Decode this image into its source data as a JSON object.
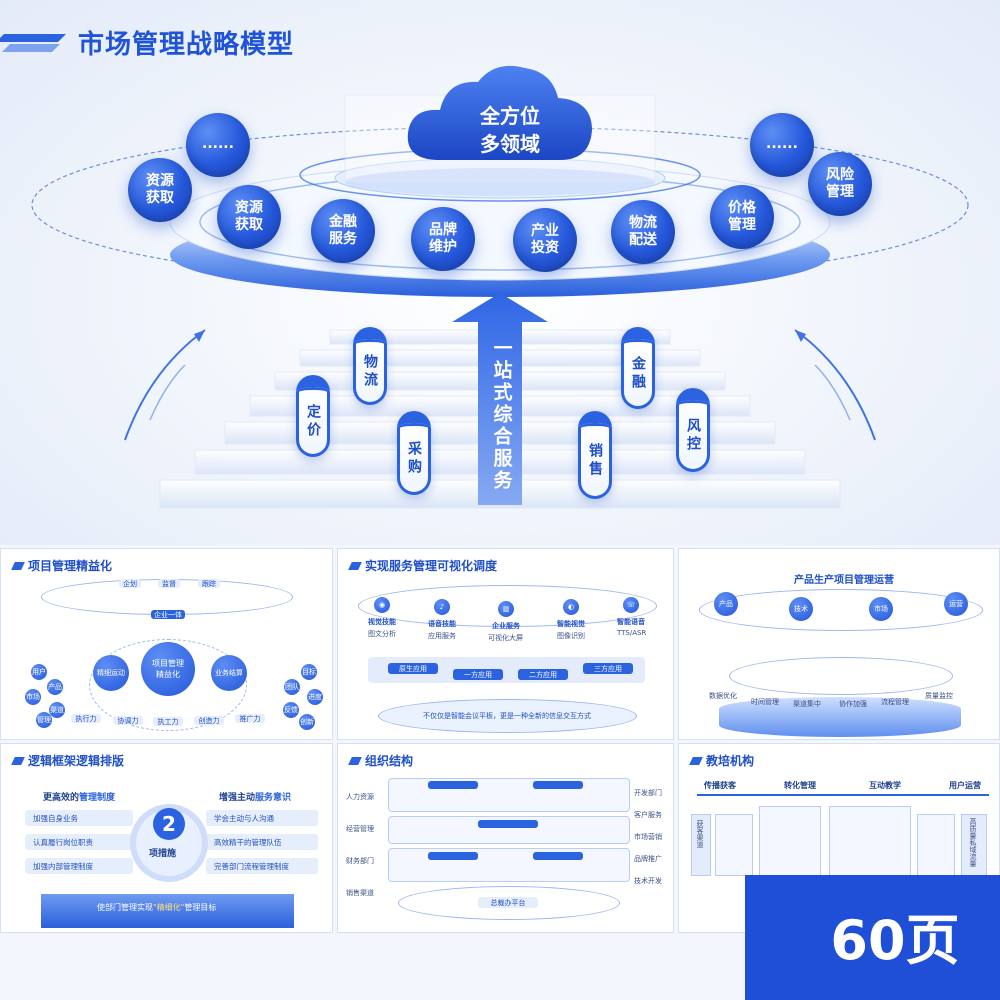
{
  "hero": {
    "title": "市场管理战略模型",
    "cloud": "全方位\n多领域",
    "top_circles": [
      {
        "label": "......"
      },
      {
        "label": "资源\n获取"
      },
      {
        "label": "资源\n获取"
      },
      {
        "label": "金融\n服务"
      },
      {
        "label": "品牌\n维护"
      },
      {
        "label": "产业\n投资"
      },
      {
        "label": "物流\n配送"
      },
      {
        "label": "价格\n管理"
      },
      {
        "label": "......"
      },
      {
        "label": "风险\n管理"
      }
    ],
    "center_arrow": "一站式综合服务",
    "pillars": [
      "物流",
      "定价",
      "采购",
      "销售",
      "金融",
      "风控"
    ]
  },
  "thumbnails": {
    "project": {
      "title": "项目管理精益化",
      "center": "项目管理\n精益化",
      "left_hub": "精细运动",
      "right_hub": "业务结算",
      "top_chips": [
        "企划",
        "监督",
        "跟踪",
        "企业一体"
      ],
      "left_dots": [
        "用户",
        "产品",
        "市场",
        "渠道",
        "管理"
      ],
      "right_dots": [
        "目标",
        "团队",
        "进度",
        "反馈",
        "创新"
      ],
      "bottom_chips": [
        "执行力",
        "协调力",
        "执工力",
        "创造力",
        "推广力"
      ]
    },
    "visual": {
      "title": "实现服务管理可视化调度",
      "icons": [
        "视觉技能",
        "语音技能",
        "企业服务",
        "智能视觉",
        "智能语音"
      ],
      "subs": [
        "图文分析",
        "应用服务",
        "可视化大屏",
        "图像识别",
        "TTS/ASR"
      ],
      "chips": [
        "原生应用",
        "一方应用",
        "二方应用",
        "三方应用"
      ],
      "footer": "不仅仅是智能会议平板，更是一种全新的信息交互方式"
    },
    "production": {
      "title": "产品生产项目管理运营",
      "nodes": [
        "产品",
        "技术",
        "市场",
        "运营"
      ],
      "items": [
        "数据优化",
        "时间管理",
        "渠道集中",
        "协作加强",
        "流程管理",
        "质量监控"
      ]
    },
    "logic": {
      "title": "逻辑框架逻辑排版",
      "left_head_1": "更高效的",
      "left_head_2": "管理制度",
      "right_head_1": "增强主动",
      "right_head_2": "服务意识",
      "left_items": [
        "加强自身业务",
        "认真履行岗位职责",
        "加强内部管理制度"
      ],
      "right_items": [
        "学会主动与人沟通",
        "高效精干的管理队伍",
        "完善部门流程管理制度"
      ],
      "center_number": "2",
      "center_label": "项措施",
      "footer_pre": "使部门管理实现",
      "footer_em": "\"精细化\"",
      "footer_post": "管理目标"
    },
    "org": {
      "title": "组织结构",
      "left_labels": [
        "人力资源",
        "经营管理",
        "财务部门",
        "销售渠道"
      ],
      "right_labels": [
        "开发部门",
        "客户服务",
        "市场营销",
        "品牌推广",
        "技术开发"
      ],
      "footer": "总裁办平台"
    },
    "training": {
      "title": "教培机构",
      "headers": [
        "传播获客",
        "转化管理",
        "互动教学",
        "用户运营"
      ],
      "left_label": "获客渠道",
      "right_label": "高质量私域流量"
    }
  },
  "badge": "60页"
}
